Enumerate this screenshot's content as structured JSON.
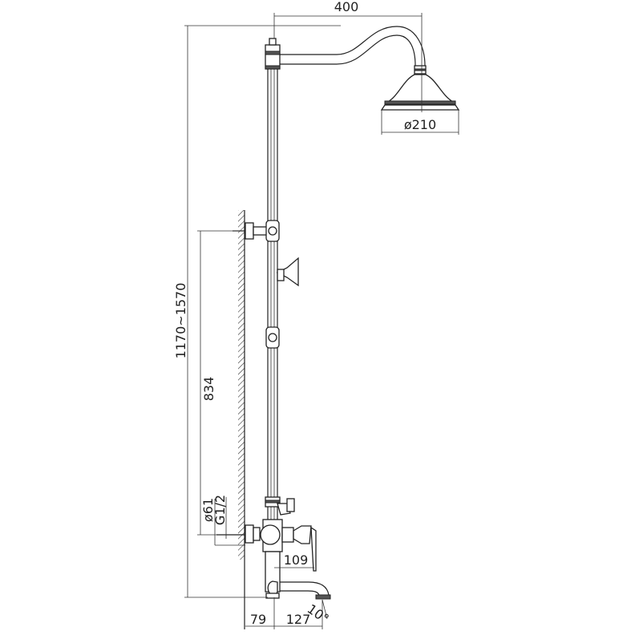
{
  "drawing": {
    "dimensions": {
      "arm_reach": "400",
      "head_diameter": "ø210",
      "total_height": "1170~1570",
      "rail_length": "834",
      "flange_diameter": "ø61",
      "thread": "G1/2",
      "valve_projection": "109",
      "wall_offset": "79",
      "spout_reach": "127",
      "spout_angle": "10°"
    },
    "line_color": "#222222",
    "background": "#ffffff"
  }
}
